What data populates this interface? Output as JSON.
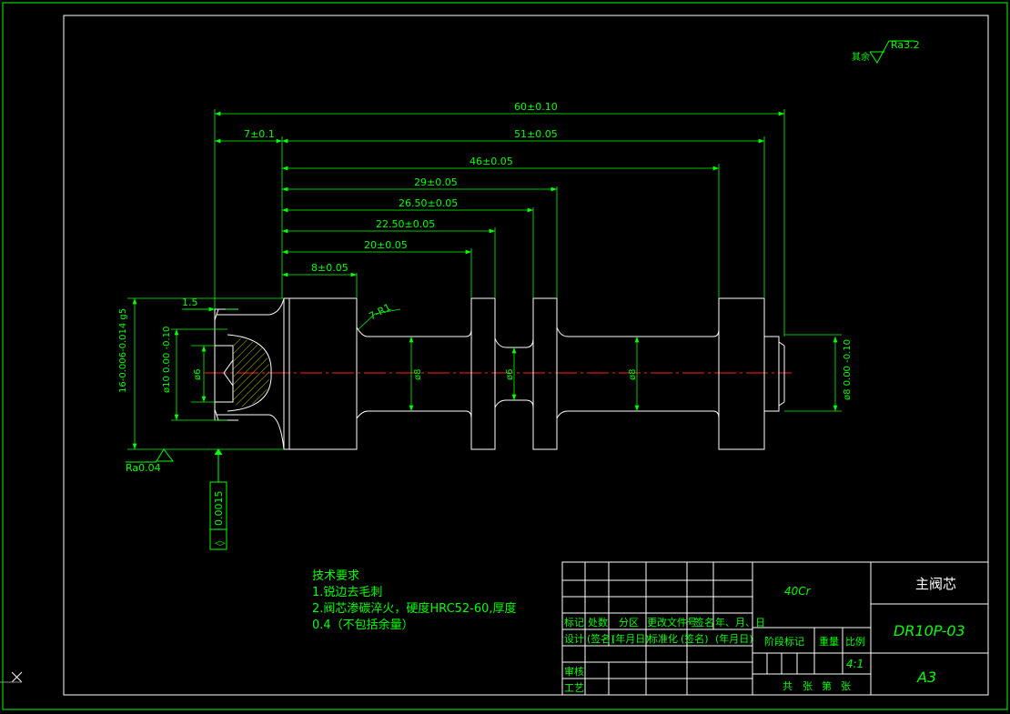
{
  "symbols": {
    "roughness_other_label": "其余",
    "roughness_other_value": "Ra3.2",
    "roughness_left": "Ra0.04",
    "cylindricity_value": "0.0015",
    "cylindricity_symbol": "◊"
  },
  "dimensions": {
    "d60": "60±0.10",
    "d7": "7±0.1",
    "d51": "51±0.05",
    "d46": "46±0.05",
    "d29": "29±0.05",
    "d26_5": "26.50±0.05",
    "d22_5": "22.50±0.05",
    "d20": "20±0.05",
    "d8": "8±0.05",
    "d1_5": "1.5",
    "r1": "7-R1",
    "dia16": "16-0.006-0.014 g5",
    "dia10": "ø10 0.00 -0.10",
    "dia6_left": "ø6",
    "dia8_a": "ø8",
    "dia6_mid": "ø6",
    "dia8_b": "ø8",
    "dia8_right": "ø8 0.00 -0.10"
  },
  "notes": {
    "title": "技术要求",
    "line1": "1.锐边去毛刺",
    "line2": "2.阀芯渗碳淬火，硬度HRC52-60,厚度",
    "line3": "0.4（不包括余量）"
  },
  "title_block": {
    "material": "40Cr",
    "part_name": "主阀芯",
    "drawing_no": "DR10P-03",
    "sheet": "A3",
    "scale_value": "4:1",
    "row_mark": [
      "标记",
      "处数",
      "分区",
      "更改文件号",
      "签名",
      "年、月、日"
    ],
    "row_design": [
      "设计",
      "(签名)",
      "(年月日)",
      "标准化",
      "(签名)",
      "(年月日)"
    ],
    "review": "审核",
    "process": "工艺",
    "stage_mark": "阶段标记",
    "weight": "重量",
    "scale": "比例",
    "sheets_total": "共",
    "sheets_unit": "张",
    "sheet_no": "第",
    "sheet_no_unit": "张"
  }
}
